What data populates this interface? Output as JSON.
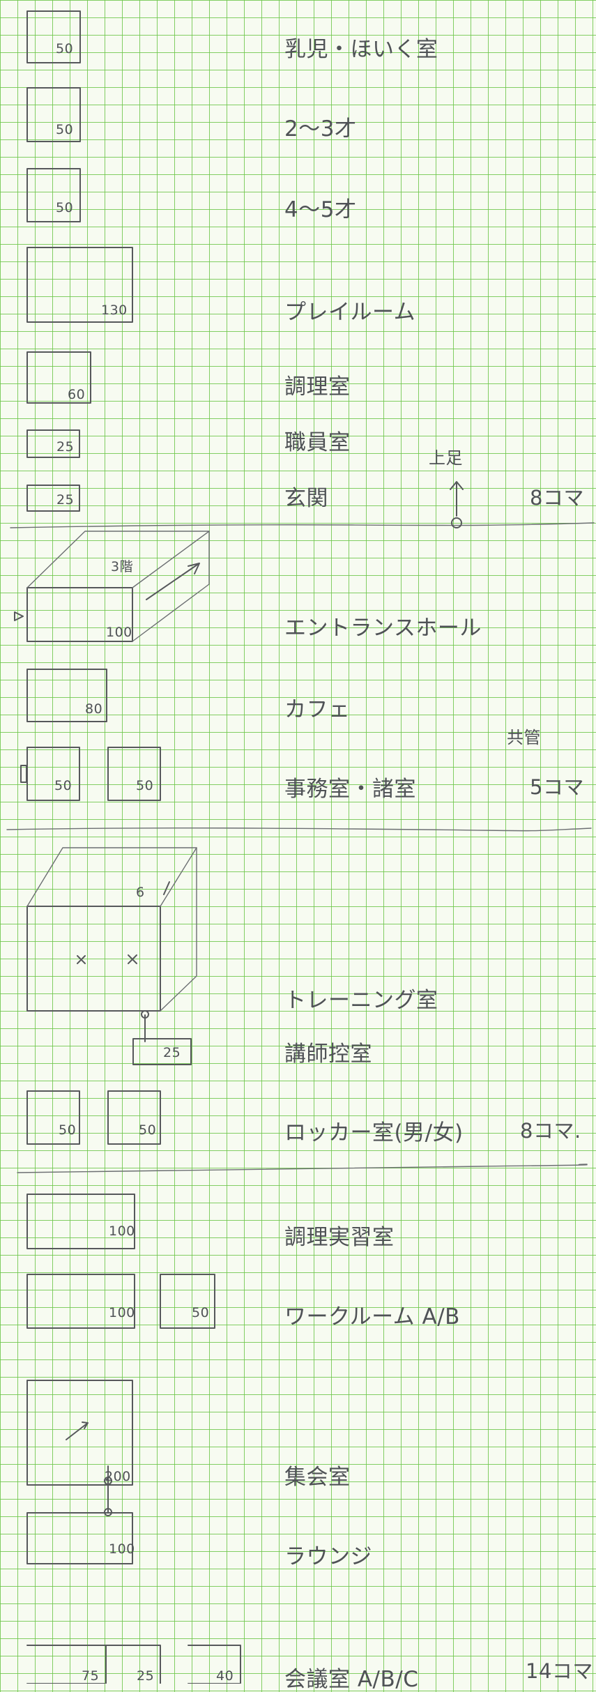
{
  "labels": {
    "infant_nursing": "乳児・ほいく室",
    "age_2_3": "2～3才",
    "age_4_5": "4～5才",
    "playroom": "プレイルーム",
    "kitchen": "調理室",
    "staff_room": "職員室",
    "entrance_hall": "玄関",
    "entrance_hall_lobby": "エントランスホール",
    "cafe": "カフェ",
    "office": "事務室・諸室",
    "training_room": "トレーニング室",
    "instructor_room": "講師控室",
    "locker_room": "ロッカー室(男/女)",
    "cooking_practice_room": "調理実習室",
    "work_room": "ワークルーム A/B",
    "assembly_room": "集会室",
    "lounge": "ラウンジ",
    "meeting_room": "会議室 A/B/C"
  },
  "notes": {
    "shoes_on": "上足",
    "shared": "共管",
    "section_1_count": "8コマ",
    "section_2_count": "5コマ",
    "section_3_count": "8コマ.",
    "section_4_count": "14コマ"
  },
  "box_values": {
    "infant": "50",
    "age_2_3": "50",
    "age_4_5": "50",
    "playroom": "130",
    "kitchen": "60",
    "staff": "25",
    "entrance": "25",
    "entrance_hall": "100",
    "cafe": "80",
    "office_a": "50",
    "office_b": "50",
    "training_top": "6",
    "instructor": "25",
    "locker_a": "50",
    "locker_b": "50",
    "cooking": "100",
    "work_a": "100",
    "work_b": "50",
    "assembly": "200",
    "lounge": "100",
    "meeting_a": "75",
    "meeting_b": "25",
    "meeting_c": "40"
  },
  "annotations": {
    "entrance_stair_mark": "3階"
  },
  "colors": {
    "grid_green": "#6dc74a",
    "paper": "#f7fbf1",
    "pencil": "#56585b"
  }
}
